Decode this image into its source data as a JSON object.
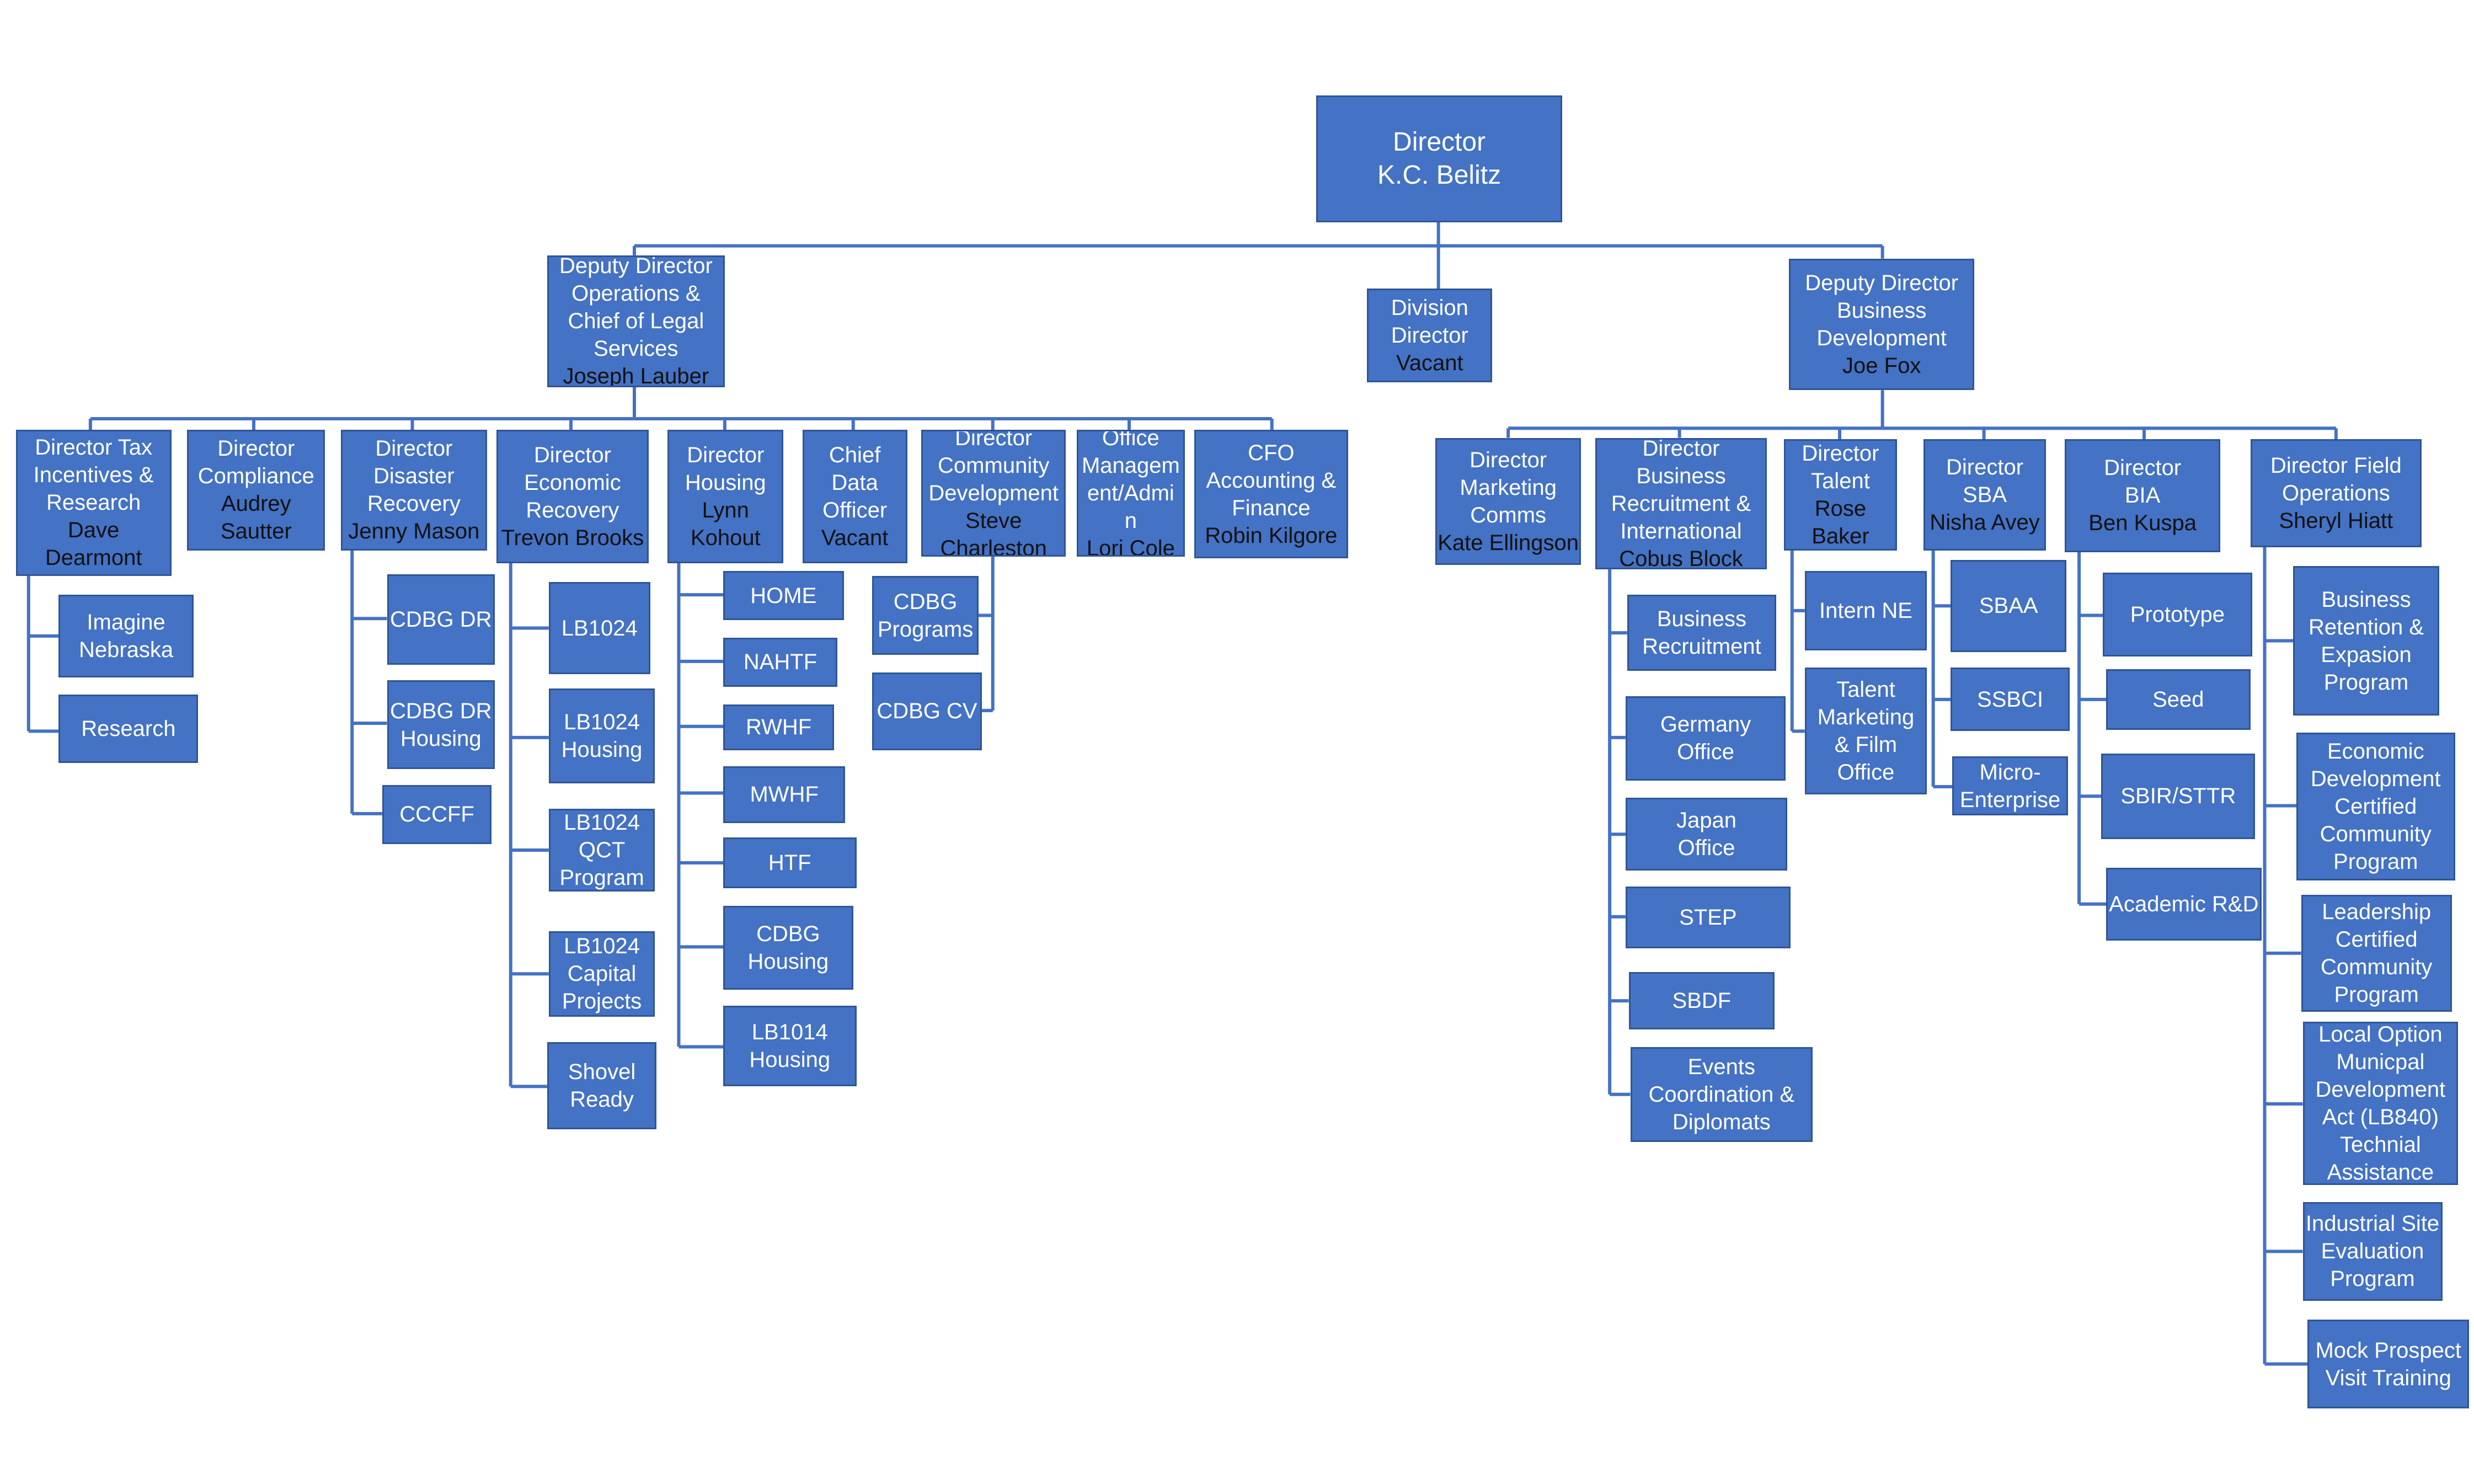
{
  "colors": {
    "box_fill": "#4472c4",
    "box_border": "#2f5597",
    "connector": "#4472c4",
    "title_text": "#ffffff",
    "name_text": "#111111"
  },
  "nodes": {
    "director": {
      "title": [
        "Director"
      ],
      "name": [
        "K.C. Belitz"
      ]
    },
    "dep_ops": {
      "title": [
        "Deputy Director",
        "Operations &",
        "Chief of Legal",
        "Services"
      ],
      "name": [
        "Joseph Lauber"
      ]
    },
    "div_dir": {
      "title": [
        "Division",
        "Director"
      ],
      "name": [
        "Vacant"
      ]
    },
    "dep_biz": {
      "title": [
        "Deputy Director",
        "Business",
        "Development"
      ],
      "name": [
        "Joe Fox"
      ]
    },
    "tax": {
      "title": [
        "Director Tax",
        "Incentives &",
        "Research"
      ],
      "name": [
        "Dave",
        "Dearmont"
      ]
    },
    "imagine": {
      "title": [
        "Imagine",
        "Nebraska"
      ],
      "name": []
    },
    "research": {
      "title": [
        "Research"
      ],
      "name": []
    },
    "compliance": {
      "title": [
        "Director",
        "Compliance"
      ],
      "name": [
        "Audrey",
        "Sautter"
      ]
    },
    "disaster": {
      "title": [
        "Director",
        "Disaster",
        "Recovery"
      ],
      "name": [
        "Jenny Mason"
      ]
    },
    "cdbg_dr": {
      "title": [
        "CDBG DR"
      ],
      "name": []
    },
    "cdbg_dr_housing": {
      "title": [
        "CDBG DR",
        "Housing"
      ],
      "name": []
    },
    "cccff": {
      "title": [
        "CCCFF"
      ],
      "name": []
    },
    "econ": {
      "title": [
        "Director",
        "Economic",
        "Recovery"
      ],
      "name": [
        "Trevon Brooks"
      ]
    },
    "lb1024": {
      "title": [
        "LB1024"
      ],
      "name": []
    },
    "lb1024_housing": {
      "title": [
        "LB1024",
        "Housing"
      ],
      "name": []
    },
    "lb1024_qct": {
      "title": [
        "LB1024",
        "QCT",
        "Program"
      ],
      "name": []
    },
    "lb1024_capital": {
      "title": [
        "LB1024",
        "Capital",
        "Projects"
      ],
      "name": []
    },
    "shovel": {
      "title": [
        "Shovel",
        "Ready"
      ],
      "name": []
    },
    "housing": {
      "title": [
        "Director",
        "Housing"
      ],
      "name": [
        "Lynn",
        "Kohout"
      ]
    },
    "home": {
      "title": [
        "HOME"
      ],
      "name": []
    },
    "nahtf": {
      "title": [
        "NAHTF"
      ],
      "name": []
    },
    "rwhf": {
      "title": [
        "RWHF"
      ],
      "name": []
    },
    "mwhf": {
      "title": [
        "MWHF"
      ],
      "name": []
    },
    "htf": {
      "title": [
        "HTF"
      ],
      "name": []
    },
    "cdbg_housing": {
      "title": [
        "CDBG",
        "Housing"
      ],
      "name": []
    },
    "lb1014_housing": {
      "title": [
        "LB1014",
        "Housing"
      ],
      "name": []
    },
    "cdo": {
      "title": [
        "Chief",
        "Data",
        "Officer"
      ],
      "name": [
        "Vacant"
      ]
    },
    "comdev": {
      "title": [
        "Director",
        "Community",
        "Development"
      ],
      "name": [
        "Steve",
        "Charleston"
      ]
    },
    "cdbg_programs": {
      "title": [
        "CDBG",
        "Programs"
      ],
      "name": []
    },
    "cdbg_cv": {
      "title": [
        "CDBG CV"
      ],
      "name": []
    },
    "office_mgmt": {
      "title": [
        "Office",
        "Managem",
        "ent/Admi",
        "n"
      ],
      "name": [
        "Lori Cole"
      ]
    },
    "cfo": {
      "title": [
        "CFO",
        "Accounting &",
        "Finance"
      ],
      "name": [
        "Robin Kilgore"
      ]
    },
    "marketing": {
      "title": [
        "Director",
        "Marketing",
        "Comms"
      ],
      "name": [
        "Kate Ellingson"
      ]
    },
    "bizrecruit_dir": {
      "title": [
        "Director",
        "Business",
        "Recruitment &",
        "International"
      ],
      "name": [
        "Cobus Block"
      ]
    },
    "biz_recruitment": {
      "title": [
        "Business",
        "Recruitment"
      ],
      "name": []
    },
    "germany": {
      "title": [
        "Germany",
        "Office"
      ],
      "name": []
    },
    "japan": {
      "title": [
        "Japan",
        "Office"
      ],
      "name": []
    },
    "step": {
      "title": [
        "STEP"
      ],
      "name": []
    },
    "sbdf": {
      "title": [
        "SBDF"
      ],
      "name": []
    },
    "events": {
      "title": [
        "Events",
        "Coordination &",
        "Diplomats"
      ],
      "name": []
    },
    "talent": {
      "title": [
        "Director",
        "Talent"
      ],
      "name": [
        "Rose Baker"
      ]
    },
    "intern_ne": {
      "title": [
        "Intern NE"
      ],
      "name": []
    },
    "talent_mktg": {
      "title": [
        "Talent",
        "Marketing",
        "& Film",
        "Office"
      ],
      "name": []
    },
    "sba": {
      "title": [
        "Director",
        "SBA"
      ],
      "name": [
        "Nisha Avey"
      ]
    },
    "sbaa": {
      "title": [
        "SBAA"
      ],
      "name": []
    },
    "ssbci": {
      "title": [
        "SSBCI"
      ],
      "name": []
    },
    "micro": {
      "title": [
        "Micro-",
        "Enterprise"
      ],
      "name": []
    },
    "bia": {
      "title": [
        "Director",
        "BIA"
      ],
      "name": [
        "Ben Kuspa"
      ]
    },
    "prototype": {
      "title": [
        "Prototype"
      ],
      "name": []
    },
    "seed": {
      "title": [
        "Seed"
      ],
      "name": []
    },
    "sbir": {
      "title": [
        "SBIR/STTR"
      ],
      "name": []
    },
    "academic": {
      "title": [
        "Academic R&D"
      ],
      "name": []
    },
    "field_ops": {
      "title": [
        "Director Field",
        "Operations"
      ],
      "name": [
        "Sheryl Hiatt"
      ]
    },
    "bre": {
      "title": [
        "Business",
        "Retention &",
        "Expasion",
        "Program"
      ],
      "name": []
    },
    "edcc": {
      "title": [
        "Economic",
        "Development",
        "Certified",
        "Community",
        "Program"
      ],
      "name": []
    },
    "lccp": {
      "title": [
        "Leadership",
        "Certified",
        "Community",
        "Program"
      ],
      "name": []
    },
    "lb840": {
      "title": [
        "Local Option",
        "Municpal",
        "Development",
        "Act (LB840)",
        "Technial",
        "Assistance"
      ],
      "name": []
    },
    "industrial": {
      "title": [
        "Industrial Site",
        "Evaluation",
        "Program"
      ],
      "name": []
    },
    "mock": {
      "title": [
        "Mock Prospect",
        "Visit Training"
      ],
      "name": []
    }
  }
}
